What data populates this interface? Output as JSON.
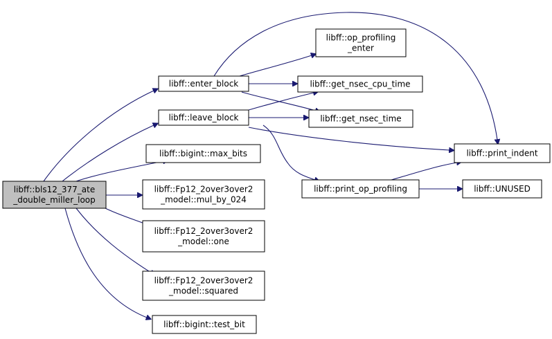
{
  "graph": {
    "nodes": [
      {
        "id": "root",
        "lines": [
          "libff::bls12_377_ate",
          "_double_miller_loop"
        ]
      },
      {
        "id": "enter_block",
        "lines": [
          "libff::enter_block"
        ]
      },
      {
        "id": "leave_block",
        "lines": [
          "libff::leave_block"
        ]
      },
      {
        "id": "max_bits",
        "lines": [
          "libff::bigint::max_bits"
        ]
      },
      {
        "id": "mul_by_024",
        "lines": [
          "libff::Fp12_2over3over2",
          "_model::mul_by_024"
        ]
      },
      {
        "id": "one",
        "lines": [
          "libff::Fp12_2over3over2",
          "_model::one"
        ]
      },
      {
        "id": "squared",
        "lines": [
          "libff::Fp12_2over3over2",
          "_model::squared"
        ]
      },
      {
        "id": "test_bit",
        "lines": [
          "libff::bigint::test_bit"
        ]
      },
      {
        "id": "op_profiling_enter",
        "lines": [
          "libff::op_profiling",
          "_enter"
        ]
      },
      {
        "id": "get_nsec_cpu_time",
        "lines": [
          "libff::get_nsec_cpu_time"
        ]
      },
      {
        "id": "get_nsec_time",
        "lines": [
          "libff::get_nsec_time"
        ]
      },
      {
        "id": "print_op_profiling",
        "lines": [
          "libff::print_op_profiling"
        ]
      },
      {
        "id": "print_indent",
        "lines": [
          "libff::print_indent"
        ]
      },
      {
        "id": "UNUSED",
        "lines": [
          "libff::UNUSED"
        ]
      }
    ],
    "edges": [
      {
        "from": "root",
        "to": "enter_block"
      },
      {
        "from": "root",
        "to": "leave_block"
      },
      {
        "from": "root",
        "to": "max_bits"
      },
      {
        "from": "root",
        "to": "mul_by_024"
      },
      {
        "from": "root",
        "to": "one"
      },
      {
        "from": "root",
        "to": "squared"
      },
      {
        "from": "root",
        "to": "test_bit"
      },
      {
        "from": "enter_block",
        "to": "op_profiling_enter"
      },
      {
        "from": "enter_block",
        "to": "get_nsec_cpu_time"
      },
      {
        "from": "enter_block",
        "to": "get_nsec_time"
      },
      {
        "from": "enter_block",
        "to": "print_indent"
      },
      {
        "from": "leave_block",
        "to": "get_nsec_cpu_time"
      },
      {
        "from": "leave_block",
        "to": "get_nsec_time"
      },
      {
        "from": "leave_block",
        "to": "print_op_profiling"
      },
      {
        "from": "leave_block",
        "to": "print_indent"
      },
      {
        "from": "print_op_profiling",
        "to": "print_indent"
      },
      {
        "from": "print_op_profiling",
        "to": "UNUSED"
      }
    ]
  },
  "colors": {
    "edge": "#191970",
    "root_fill": "#bfbfbf",
    "node_fill": "#ffffff",
    "node_stroke": "#000000"
  }
}
